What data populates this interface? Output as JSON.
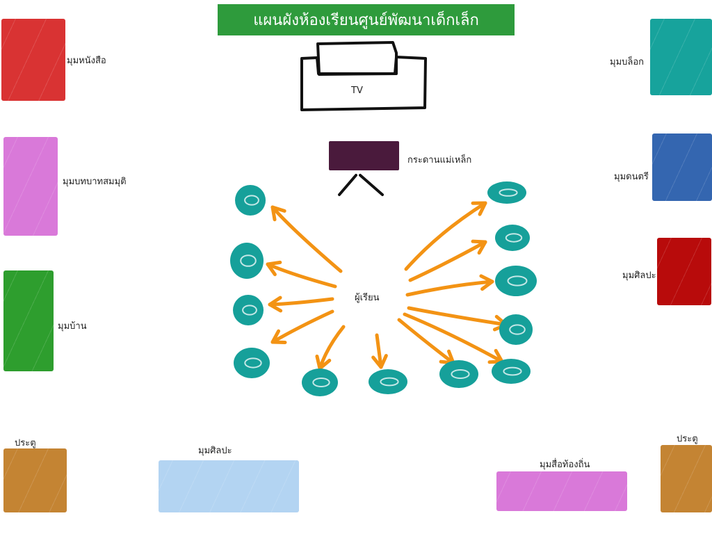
{
  "title": "แผนผังห้องเรียนศูนย์พัฒนาเด็กเล็ก",
  "colors": {
    "title_bg": "#2e9b3c",
    "arrow": "#f39314",
    "seat": "#16a09a",
    "outline": "#111111"
  },
  "zones": [
    {
      "id": "book-corner",
      "label": "มุมหนังสือ",
      "color": "#d93333"
    },
    {
      "id": "role-play-corner",
      "label": "มุมบทบาทสมมุติ",
      "color": "#d979d9"
    },
    {
      "id": "home-corner",
      "label": "มุมบ้าน",
      "color": "#2e9e2e"
    },
    {
      "id": "block-corner",
      "label": "มุมบล็อก",
      "color": "#17a39c"
    },
    {
      "id": "music-corner",
      "label": "มุมดนตรี",
      "color": "#3466b0"
    },
    {
      "id": "art-corner-right",
      "label": "มุมศิลปะ",
      "color": "#b80b0b"
    },
    {
      "id": "door-left",
      "label": "ประตู",
      "color": "#c48433"
    },
    {
      "id": "art-corner-bottom",
      "label": "มุมศิลปะ",
      "color": "#b3d4f2"
    },
    {
      "id": "local-media-corner",
      "label": "มุมสื่อท้องถิ่น",
      "color": "#d979d9"
    },
    {
      "id": "door-right",
      "label": "ประตู",
      "color": "#c48433"
    }
  ],
  "tv": {
    "label": "TV"
  },
  "magnetic_board": {
    "label": "กระดานแม่เหล็ก",
    "color": "#4a1a3c"
  },
  "students": {
    "label": "ผู้เรียน",
    "seat_count": 12
  }
}
